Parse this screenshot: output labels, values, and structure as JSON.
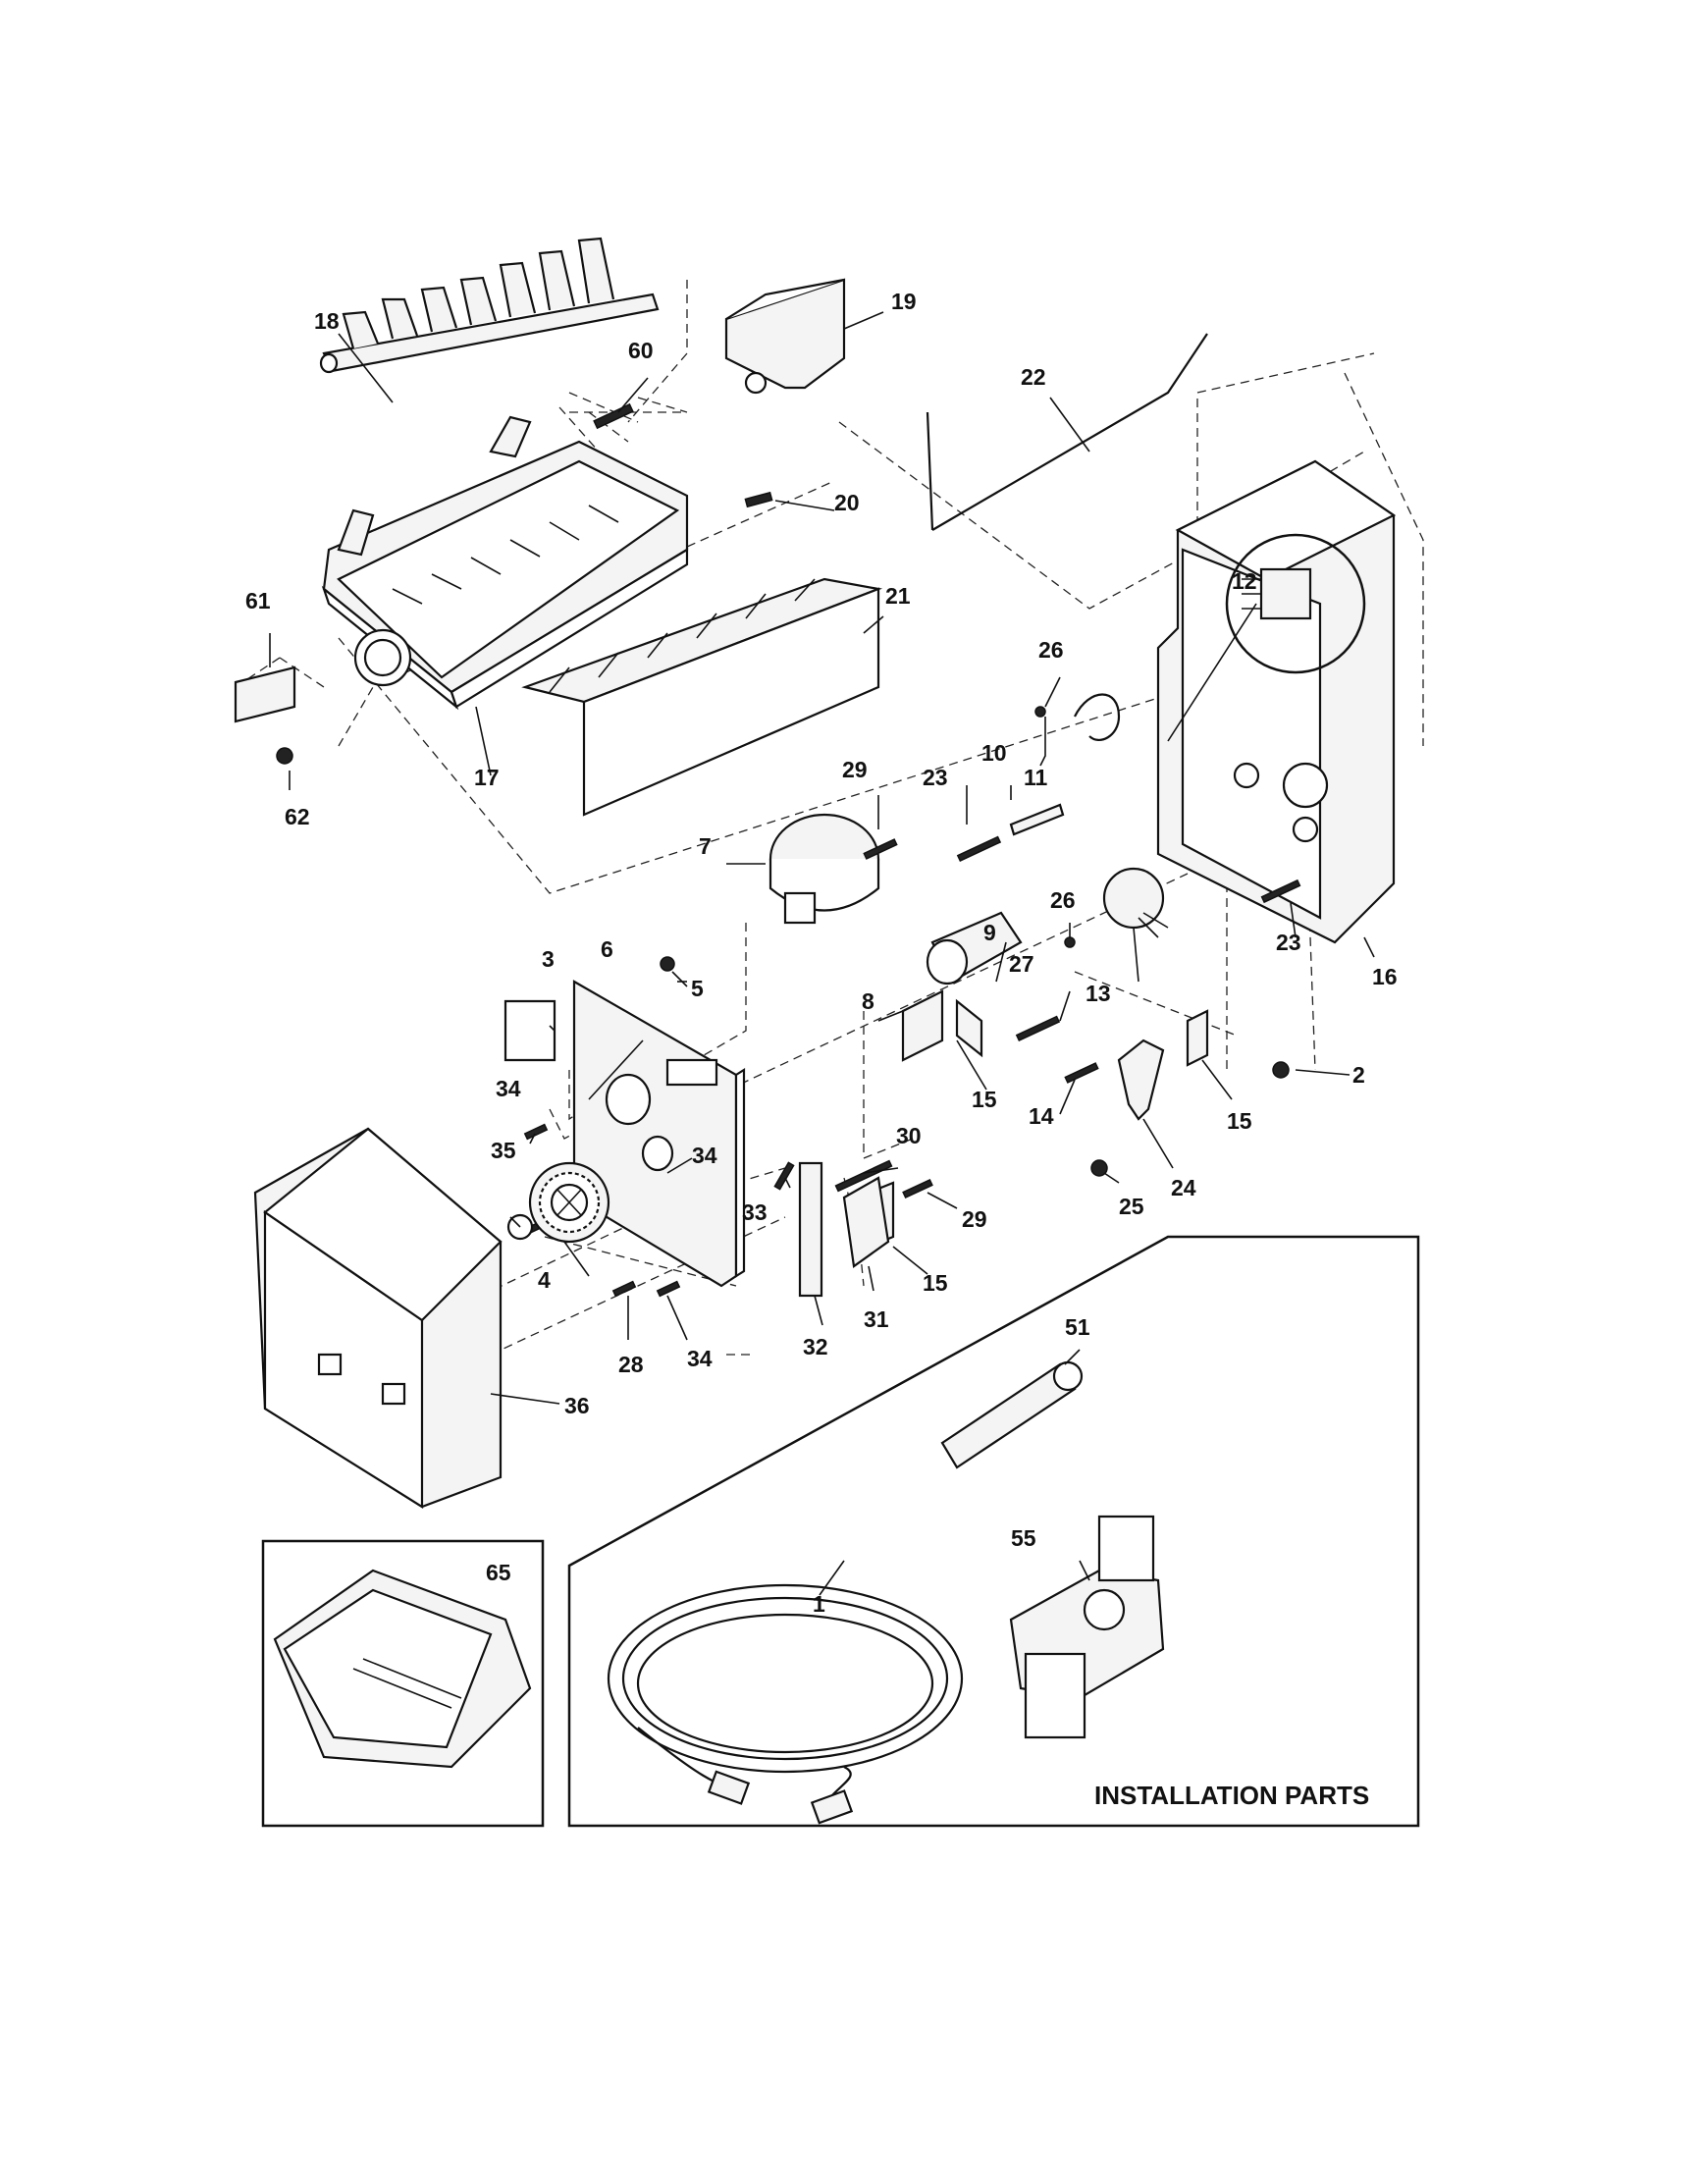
{
  "labels": {
    "l1": "1",
    "l2": "2",
    "l3": "3",
    "l4": "4",
    "l5": "5",
    "l6": "6",
    "l7": "7",
    "l8": "8",
    "l9": "9",
    "l10": "10",
    "l11": "11",
    "l12": "12",
    "l13": "13",
    "l14": "14",
    "l15a": "15",
    "l15b": "15",
    "l15c": "15",
    "l16": "16",
    "l17": "17",
    "l18": "18",
    "l19": "19",
    "l20": "20",
    "l21": "21",
    "l22": "22",
    "l23a": "23",
    "l23b": "23",
    "l24": "24",
    "l25": "25",
    "l26a": "26",
    "l26b": "26",
    "l27": "27",
    "l28": "28",
    "l29a": "29",
    "l29b": "29",
    "l30": "30",
    "l31": "31",
    "l32": "32",
    "l33": "33",
    "l34a": "34",
    "l34b": "34",
    "l34c": "34",
    "l35": "35",
    "l36": "36",
    "l51": "51",
    "l55": "55",
    "l60": "60",
    "l61": "61",
    "l62": "62",
    "l65": "65"
  },
  "installation_caption": "INSTALLATION PARTS"
}
